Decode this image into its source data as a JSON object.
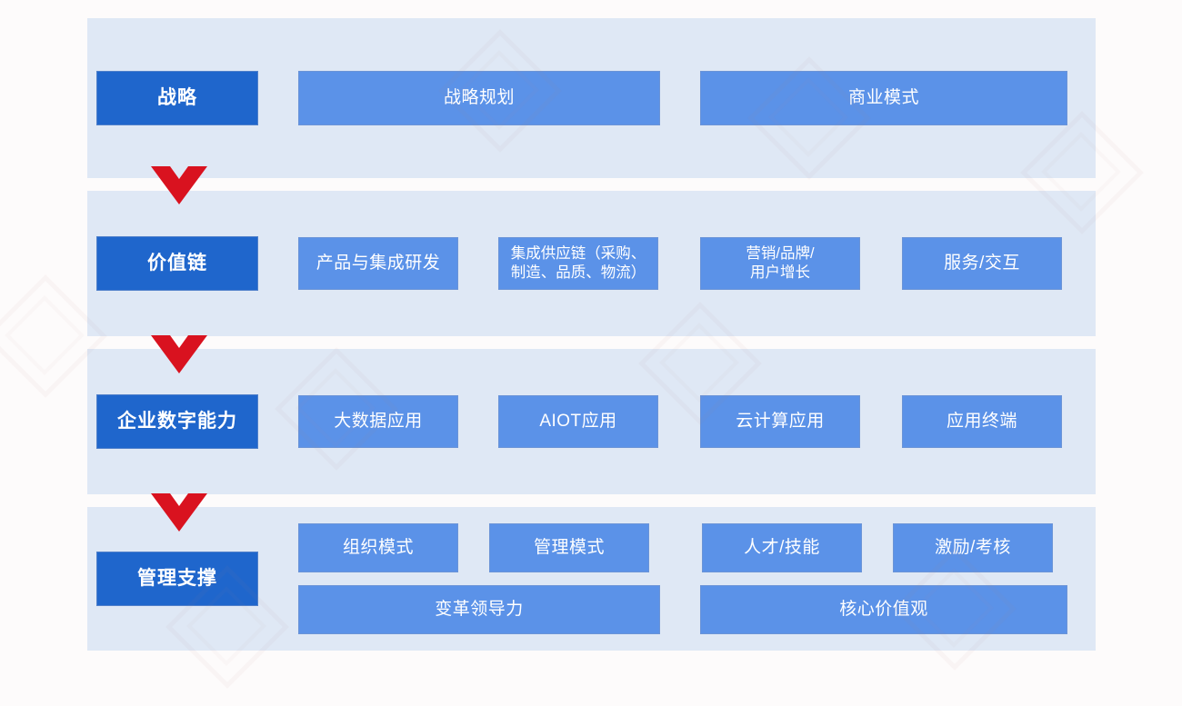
{
  "colors": {
    "page_background": "#fdfbfb",
    "panel_background": "#dfe8f5",
    "primary_box": "#1f66cc",
    "secondary_box": "#5b92e8",
    "arrow_red": "#d9121f",
    "box_text": "#ffffff"
  },
  "diagram": {
    "type": "layered-framework",
    "arrow_icon": "chevron-down-icon",
    "layers": [
      {
        "id": "strategy",
        "label": "战略",
        "items": [
          {
            "label": "战略规划"
          },
          {
            "label": "商业模式"
          }
        ]
      },
      {
        "id": "value-chain",
        "label": "价值链",
        "items": [
          {
            "label": "产品与集成研发"
          },
          {
            "label": "集成供应链（采购、\n制造、品质、物流）"
          },
          {
            "label": "营销/品牌/\n用户增长"
          },
          {
            "label": "服务/交互"
          }
        ]
      },
      {
        "id": "digital-capability",
        "label": "企业数字能力",
        "items": [
          {
            "label": "大数据应用"
          },
          {
            "label": "AIOT应用"
          },
          {
            "label": "云计算应用"
          },
          {
            "label": "应用终端"
          }
        ]
      },
      {
        "id": "management-support",
        "label": "管理支撑",
        "rows": [
          [
            {
              "label": "组织模式"
            },
            {
              "label": "管理模式"
            },
            {
              "label": "人才/技能"
            },
            {
              "label": "激励/考核"
            }
          ],
          [
            {
              "label": "变革领导力"
            },
            {
              "label": "核心价值观"
            }
          ]
        ]
      }
    ]
  }
}
